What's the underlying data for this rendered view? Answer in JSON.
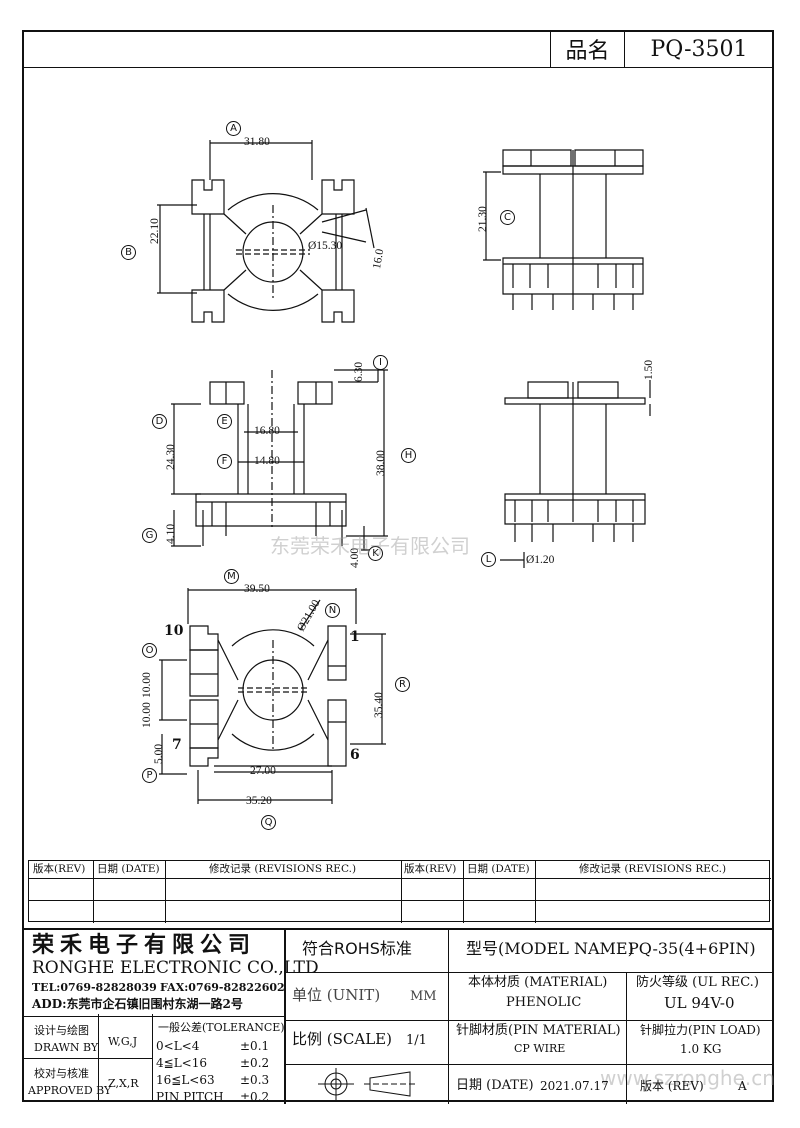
{
  "title_block": {
    "name_label": "品名",
    "name_value": "PQ-3501"
  },
  "dimensions": {
    "top_view": {
      "A": "31.80",
      "B": "22.10",
      "dia": "Ø15.30",
      "slot": "16.0"
    },
    "side_view_right": {
      "C": "21.30"
    },
    "front_view": {
      "I": "6.30",
      "E": "16.80",
      "F": "14.80",
      "D": "24.30",
      "H": "38.00",
      "G": "4.10",
      "K": "4.00"
    },
    "right_view_2": {
      "top": "1.50",
      "L": "Ø1.20"
    },
    "bottom_view": {
      "M": "39.50",
      "N": "Ø21.00",
      "O": "10.00",
      "R": "35.40",
      "P1": "10.00",
      "P2": "5.00",
      "inner": "27.00",
      "Q": "35.20",
      "pin10": "10",
      "pin1": "1",
      "pin7": "7",
      "pin6": "6"
    }
  },
  "callouts": [
    "A",
    "B",
    "C",
    "I",
    "D",
    "E",
    "F",
    "H",
    "G",
    "K",
    "L",
    "M",
    "N",
    "O",
    "R",
    "P",
    "Q"
  ],
  "revisions": {
    "headers": [
      "版本(REV)",
      "日期 (DATE)",
      "修改记录 (REVISIONS REC.)",
      "版本(REV)",
      "日期 (DATE)",
      "修改记录 (REVISIONS REC.)"
    ]
  },
  "company": {
    "name_cn": "荣禾电子有限公司",
    "name_en": "RONGHE ELECTRONIC CO.,LTD",
    "tel": "TEL:0769-82828039",
    "fax": "FAX:0769-82822602",
    "addr": "ADD:东莞市企石镇旧围村东湖一路2号"
  },
  "rohs": "符合ROHS标准",
  "model_label": "型号(MODEL NAME)",
  "model_value": "PQ-35(4+6PIN)",
  "unit_label": "单位 (UNIT)",
  "unit_value": "MM",
  "material_label": "本体材质 (MATERIAL)",
  "material_value": "PHENOLIC",
  "ul_label": "防火等级 (UL REC.)",
  "ul_value": "UL 94V-0",
  "drawn_label1": "设计与绘图",
  "drawn_label2": "DRAWN BY",
  "drawn_value": "W,G,J",
  "approved_label1": "校对与核准",
  "approved_label2": "APPROVED BY",
  "approved_value": "Z,X,R",
  "tolerance": {
    "title": "一般公差(TOLERANCE)",
    "rows": [
      {
        "range": "0<L<4",
        "tol": "±0.1"
      },
      {
        "range": "4≦L<16",
        "tol": "±0.2"
      },
      {
        "range": "16≦L<63",
        "tol": "±0.3"
      },
      {
        "range": "PIN PITCH",
        "tol": "±0.2"
      }
    ]
  },
  "scale_label": "比例 (SCALE)",
  "scale_value": "1/1",
  "pin_material_label": "针脚材质(PIN MATERIAL)",
  "pin_material_value": "CP WIRE",
  "pin_load_label": "针脚拉力(PIN LOAD)",
  "pin_load_value": "1.0 KG",
  "date_label": "日期 (DATE)",
  "date_value": "2021.07.17",
  "rev_label": "版本 (REV)",
  "rev_value": "A",
  "watermark1": "东莞荣禾电子有限公司",
  "watermark2": "www.szronghe.cn"
}
